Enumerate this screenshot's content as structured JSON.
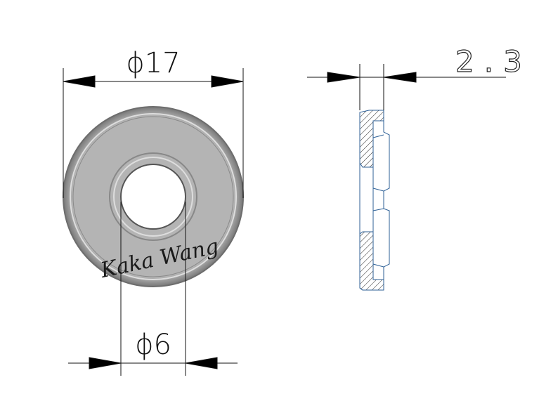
{
  "drawing": {
    "outer_diameter_label": "ϕ17",
    "inner_diameter_label": "ϕ6",
    "thickness_label": "2.3",
    "signature": "Kaka Wang"
  },
  "colors": {
    "part_fill": "#b3b3b3",
    "section_line": "#2c5f96",
    "dimension_line": "#111111"
  }
}
